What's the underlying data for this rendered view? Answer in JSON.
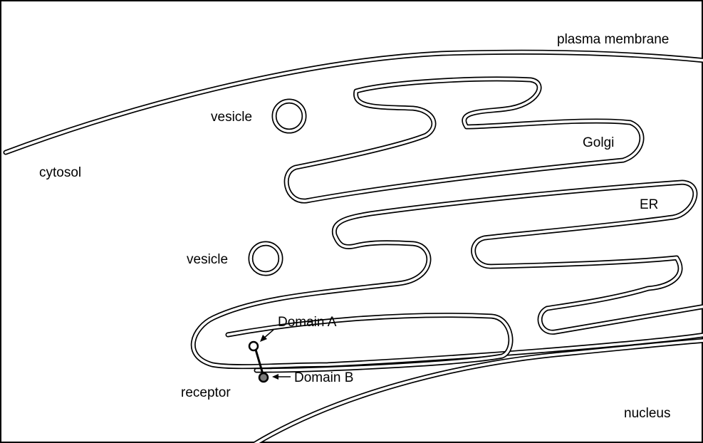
{
  "labels": {
    "plasma_membrane": "plasma membrane",
    "cytosol": "cytosol",
    "vesicle_top": "vesicle",
    "vesicle_bottom": "vesicle",
    "golgi": "Golgi",
    "er": "ER",
    "domain_a": "Domain A",
    "domain_b": "Domain B",
    "receptor": "receptor",
    "nucleus": "nucleus"
  },
  "colors": {
    "line": "#000000",
    "background": "#ffffff",
    "domain_b_fill": "#7a7a7a"
  }
}
